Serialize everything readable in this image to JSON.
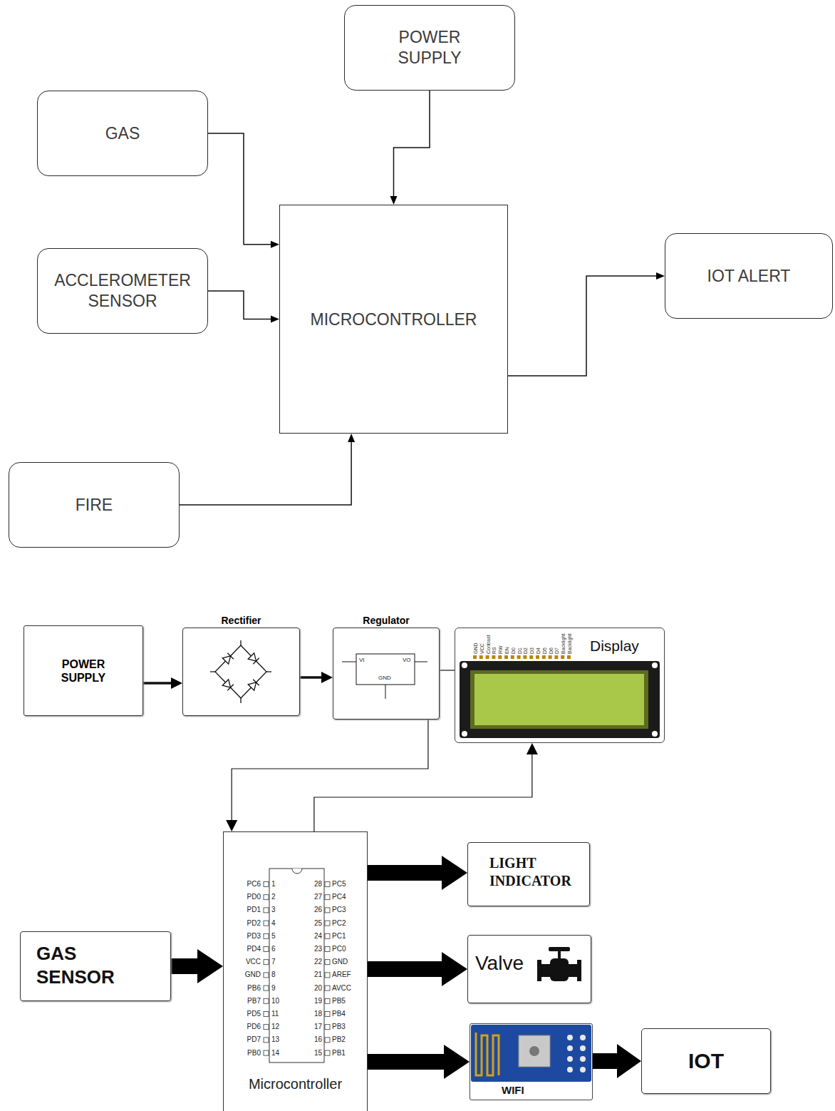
{
  "diagram": {
    "nodes": [
      {
        "text": [
          "POWER SUPPLY"
        ]
      },
      {
        "text": [
          "GAS"
        ]
      },
      {
        "text": [
          "MICROCONTROLLER"
        ]
      },
      {
        "text": [
          "IOT ALERT"
        ]
      },
      {
        "text": [
          "ACCLEROMETER SENSOR"
        ]
      },
      {
        "text": [
          "FIRE"
        ]
      },
      {
        "text": [
          "POWER SUPPLY"
        ]
      },
      {
        "text": [
          "Rectifier"
        ]
      },
      {
        "text": [
          "Regulator"
        ]
      },
      {
        "text": [
          "Display"
        ]
      },
      {
        "text": [
          "Microcontroller"
        ]
      },
      {
        "text": [
          "LIGHT INDICATOR"
        ]
      },
      {
        "text": [
          "GAS SENSOR"
        ]
      },
      {
        "text": [
          "Valve"
        ]
      },
      {
        "text": [
          "WIFI"
        ]
      },
      {
        "text": [
          "IOT"
        ]
      }
    ],
    "edges": [
      {
        "from": 1,
        "to": 2,
        "arrow": "to"
      },
      {
        "from": 4,
        "to": 2,
        "arrow": "to"
      },
      {
        "from": 5,
        "to": 2,
        "arrow": "to"
      },
      {
        "from": 0,
        "to": 2,
        "arrow": "to"
      },
      {
        "from": 2,
        "to": 3,
        "arrow": "to"
      },
      {
        "from": 6,
        "to": 7,
        "arrow": "to"
      },
      {
        "from": 7,
        "to": 8,
        "arrow": "to"
      },
      {
        "from": 8,
        "to": 9,
        "arrow": "none"
      },
      {
        "from": 8,
        "to": 10,
        "arrow": "to"
      },
      {
        "from": 10,
        "to": 9,
        "arrow": "to"
      },
      {
        "from": 12,
        "to": 10,
        "arrow": "to"
      },
      {
        "from": 10,
        "to": 11,
        "arrow": "to"
      },
      {
        "from": 10,
        "to": 13,
        "arrow": "to"
      },
      {
        "from": 10,
        "to": 14,
        "arrow": "to"
      },
      {
        "from": 14,
        "to": 15,
        "arrow": "to"
      }
    ],
    "labels": [
      "VI",
      "VO",
      "GND",
      "GND",
      "VCC",
      "Contrast",
      "RS",
      "RW",
      "EN",
      "D0",
      "D1",
      "D2",
      "D3",
      "D4",
      "D5",
      "D6",
      "D7",
      "Backlight",
      "Backlight",
      "PC6",
      "1",
      "PD0",
      "2",
      "PD1",
      "3",
      "PD2",
      "4",
      "PD3",
      "5",
      "PD4",
      "6",
      "VCC",
      "7",
      "GND",
      "8",
      "PB6",
      "9",
      "PB7",
      "10",
      "PD5",
      "11",
      "PD6",
      "12",
      "PD7",
      "13",
      "PB0",
      "14",
      "28",
      "PC5",
      "27",
      "PC4",
      "26",
      "PC3",
      "25",
      "PC2",
      "24",
      "PC1",
      "23",
      "PC0",
      "22",
      "GND",
      "21",
      "AREF",
      "20",
      "AVCC",
      "19",
      "PB5",
      "18",
      "PB4",
      "17",
      "PB3",
      "16",
      "PB2",
      "15",
      "PB1"
    ]
  }
}
